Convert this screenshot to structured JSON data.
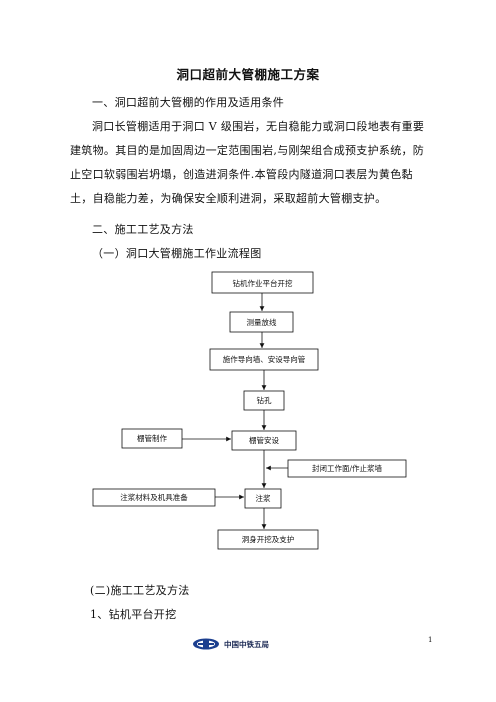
{
  "document": {
    "title": "洞口超前大管棚施工方案",
    "lines": [
      "一、洞口超前大管棚的作用及适用条件",
      "洞口长管棚适用于洞口 V 级围岩，无自稳能力或洞口段地表有重要",
      "建筑物。其目的是加固周边一定范围围岩,与刚架组合成预支护系统，防",
      "止空口软弱围岩坍塌，创造进洞条件.本管段内隧道洞口表层为黄色黏",
      "土，自稳能力差，为确保安全顺利进洞，采取超前大管棚支护。",
      "二、施工工艺及方法",
      "（一）洞口大管棚施工作业流程图",
      "(二)施工工艺及方法",
      "1、钻机平台开挖"
    ]
  },
  "flowchart": {
    "main_steps": [
      "钻机作业平台开挖",
      "测量放线",
      "施作导向墙、安设导向管",
      "钻孔",
      "棚管安设",
      "注浆",
      "洞身开挖及支护"
    ],
    "side_inputs": [
      "棚管制作",
      "封闭工作面/作止浆墙",
      "注浆材料及机具准备"
    ]
  },
  "footer": {
    "company": "中国中铁五局",
    "page": "1"
  }
}
